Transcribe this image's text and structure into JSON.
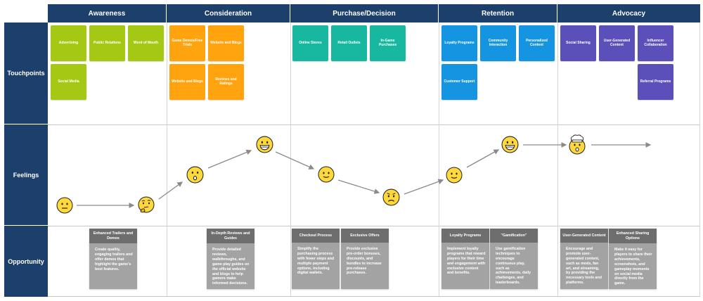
{
  "stages": [
    "Awareness",
    "Consideration",
    "Purchase/Decision",
    "Retention",
    "Advocacy"
  ],
  "rows": {
    "touchpoints": "Touchpoints",
    "feelings": "Feelings",
    "opportunity": "Opportunity"
  },
  "colors": {
    "header": "#1d3f6b",
    "awareness": "#a4c814",
    "consideration": "#ffa30f",
    "purchase": "#17b7a0",
    "retention": "#1595e1",
    "advocacy": "#5b50b9",
    "card_title": "#6e6e6e",
    "card_body": "#a3a3a3"
  },
  "touchpoints": [
    {
      "label": "Advertising",
      "stage": "awareness"
    },
    {
      "label": "Public Relations",
      "stage": "awareness"
    },
    {
      "label": "Word of Mouth",
      "stage": "awareness"
    },
    {
      "label": "Social Media",
      "stage": "awareness"
    },
    {
      "label": "Game Demos/Free Trials",
      "stage": "consideration"
    },
    {
      "label": "Website and Blogs",
      "stage": "consideration"
    },
    {
      "label": "Website and Blogs",
      "stage": "consideration"
    },
    {
      "label": "Reviews and Ratings",
      "stage": "consideration"
    },
    {
      "label": "Online Stores",
      "stage": "purchase"
    },
    {
      "label": "Retail Outlets",
      "stage": "purchase"
    },
    {
      "label": "In-Game Purchases",
      "stage": "purchase"
    },
    {
      "label": "Loyalty Programs",
      "stage": "retention"
    },
    {
      "label": "Community Interaction",
      "stage": "retention"
    },
    {
      "label": "Personalized Content",
      "stage": "retention"
    },
    {
      "label": "Customer Support",
      "stage": "retention"
    },
    {
      "label": "Social Sharing",
      "stage": "advocacy"
    },
    {
      "label": "User-Generated Content",
      "stage": "advocacy"
    },
    {
      "label": "Influencer Collaboration",
      "stage": "advocacy"
    },
    {
      "label": "Referral Programs",
      "stage": "advocacy"
    }
  ],
  "feelings": [
    {
      "name": "neutral-face-icon"
    },
    {
      "name": "thinking-face-icon"
    },
    {
      "name": "surprised-face-icon"
    },
    {
      "name": "grinning-face-icon"
    },
    {
      "name": "smiling-face-icon"
    },
    {
      "name": "frowning-face-icon"
    },
    {
      "name": "smiling-face-icon"
    },
    {
      "name": "grinning-face-icon"
    },
    {
      "name": "chef-face-icon"
    }
  ],
  "opportunities": [
    {
      "title": "Enhanced Trailers and Demos",
      "body": "Create quality, engaging trailers and offer demos that highlight the game's best features."
    },
    {
      "title": "In-Depth Reviews and Guides",
      "body": "Provide detailed reviews, walkthroughs, and game play guides on the official website and blogs to help gamers make informed decisions."
    },
    {
      "title": "Checkout Process",
      "body": "Simplify the purchasing process with fewer steps and multiple payment options, including digital wallets."
    },
    {
      "title": "Exclusive Offers",
      "body": "Provide exclusive pre-order bonuses, discounts, and bundles to increase pre-release purchases."
    },
    {
      "title": "Loyalty Programs",
      "body": "Implement loyalty programs that reward players for their time and engagement with exclusive content and benefits."
    },
    {
      "title": "\"Gamification\"",
      "body": "Use gamification techniques to encourage continuous play, such as achievements, daily challenges, and leaderboards."
    },
    {
      "title": "User-Generated Content",
      "body": "Encourage and promote user-generated content, such as mods, fan art, and streaming, by providing the necessary tools and platforms."
    },
    {
      "title": "Enhanced Sharing Options",
      "body": "Make it easy for players to share their achievements, screenshots, and gameplay moments on social media directly from the game."
    }
  ]
}
